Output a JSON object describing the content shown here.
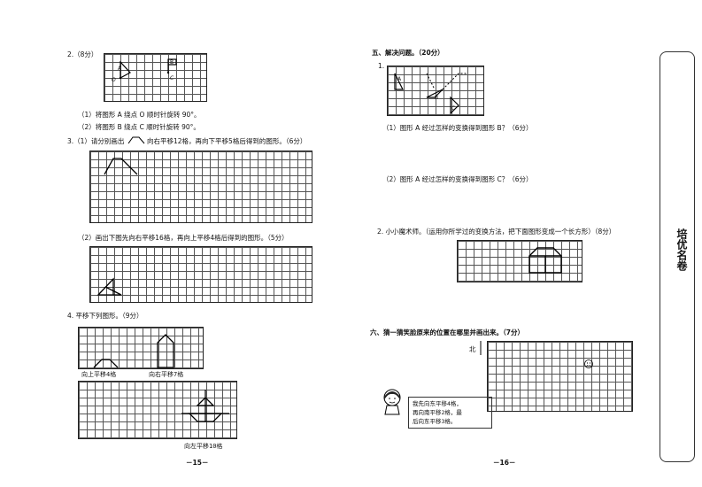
{
  "left": {
    "q2": {
      "title": "2.（8分）",
      "labels": {
        "A": "A",
        "O": "O",
        "B": "B",
        "C": "C"
      },
      "sub1": "（1）将图形 A 绕点 O 顺时针旋转 90°。",
      "sub2": "（2）将图形 B 绕点 C 顺时针旋转 90°。"
    },
    "q3": {
      "title_pre": "3.（1）请分别画出",
      "title_post": "向右平移12格，再向下平移5格后得到的图形。（6分）",
      "sub2": "（2）画出下图先向右平移16格，再向上平移4格后得到的图形。（5分）"
    },
    "q4": {
      "title": "4. 平移下列图形。（9分）",
      "cap1": "向上平移4格",
      "cap2": "向右平移7格",
      "cap3": "向左平移10格"
    },
    "page_num": "－15－"
  },
  "right": {
    "sec5": {
      "title": "五、解决问题。（20分）",
      "q1num": "1.",
      "labels": {
        "A": "A",
        "B": "B",
        "C": "C"
      },
      "sub1": "（1）图形 A 经过怎样的变换得到图形 B？（6分）",
      "sub2": "（2）图形 A 经过怎样的变换得到图形 C？（6分）",
      "q2": "2. 小小魔术师。（运用你所学过的变换方法，把下面图形变成一个长方形）（8分）"
    },
    "sec6": {
      "title": "六、猜一猜笑脸原来的位置在哪里并画出来。（7分）",
      "north": "北",
      "speech1": "我先向东平移4格，",
      "speech2": "再向南平移2格，最",
      "speech3": "后向东平移3格。"
    },
    "page_num": "－16－"
  },
  "logo_text": "培优名卷"
}
